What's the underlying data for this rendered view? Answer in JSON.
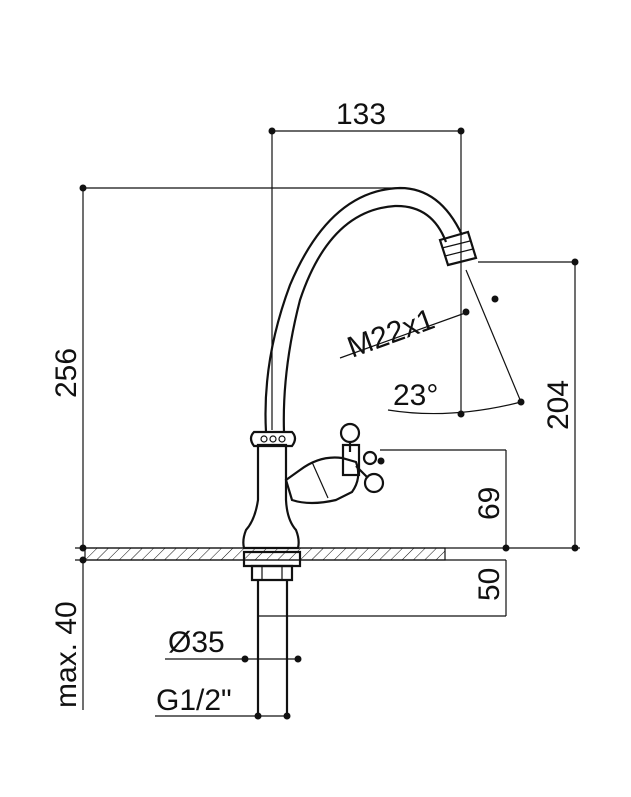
{
  "drawing": {
    "subject": "",
    "dimensions": {
      "spout_reach": "133",
      "total_height": "256",
      "outlet_height": "204",
      "thread": "M22x1",
      "angle": "23°",
      "handle_height": "69",
      "shank_length": "50",
      "max_thickness": "max. 40",
      "diameter": "Ø35",
      "connection": "G1/2\""
    }
  }
}
